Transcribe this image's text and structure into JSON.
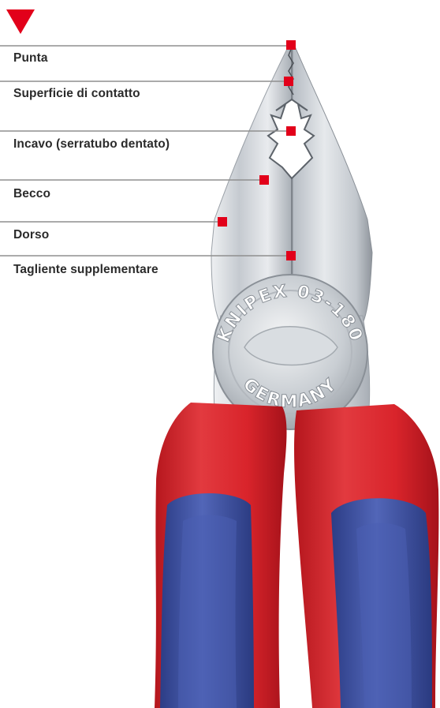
{
  "colors": {
    "marker_red": "#e2001a",
    "leader_line_gray": "#8f8f8f",
    "label_text": "#2b2b2b",
    "handle_red": "#d9242b",
    "handle_blue": "#3a4d9e",
    "steel": "#c7ccd1"
  },
  "icons": {
    "header_marker": "red-down-triangle-icon"
  },
  "engraving": {
    "top": "KNIPEX 03-180",
    "bottom": "GERMANY"
  },
  "labels": [
    {
      "id": "punta",
      "text": "Punta"
    },
    {
      "id": "superficie",
      "text": "Superficie di contatto"
    },
    {
      "id": "incavo",
      "text": "Incavo (serratubo dentato)"
    },
    {
      "id": "becco",
      "text": "Becco"
    },
    {
      "id": "dorso",
      "text": "Dorso"
    },
    {
      "id": "tagliente",
      "text": "Tagliente supplementare"
    }
  ]
}
